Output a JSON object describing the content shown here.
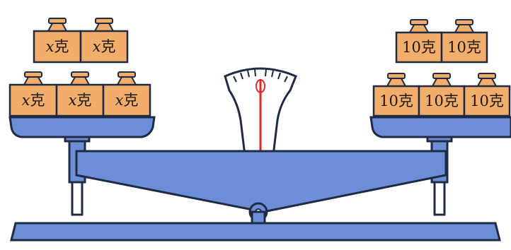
{
  "left_pan": {
    "top_row": [
      {
        "variable": "x",
        "unit": "克"
      },
      {
        "variable": "x",
        "unit": "克"
      }
    ],
    "bottom_row": [
      {
        "variable": "x",
        "unit": "克"
      },
      {
        "variable": "x",
        "unit": "克"
      },
      {
        "variable": "x",
        "unit": "克"
      }
    ]
  },
  "right_pan": {
    "top_row": [
      {
        "label": "10克"
      },
      {
        "label": "10克"
      }
    ],
    "bottom_row": [
      {
        "label": "10克"
      },
      {
        "label": "10克"
      },
      {
        "label": "10克"
      }
    ]
  },
  "balance_state": "level",
  "colors": {
    "weight_fill": "#f2ad6b",
    "scale_blue": "#6b8ed6",
    "outline": "#1f2a44",
    "pointer": "#e0282c",
    "dial_face": "#ffffff"
  }
}
